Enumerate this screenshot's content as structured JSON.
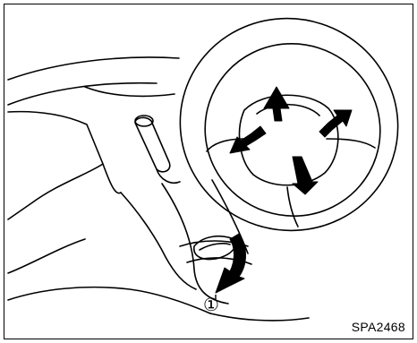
{
  "figure": {
    "callout_number": "①",
    "reference_code": "SPA2468",
    "line_color": "#000000",
    "background_color": "#ffffff",
    "arrows": [
      {
        "name": "tilt-up-arrow",
        "direction": "up"
      },
      {
        "name": "tilt-down-arrow",
        "direction": "down"
      },
      {
        "name": "telescope-in-arrow",
        "direction": "upper-right"
      },
      {
        "name": "telescope-out-arrow",
        "direction": "lower-left"
      },
      {
        "name": "lock-lever-release-arrow",
        "direction": "down"
      }
    ]
  }
}
